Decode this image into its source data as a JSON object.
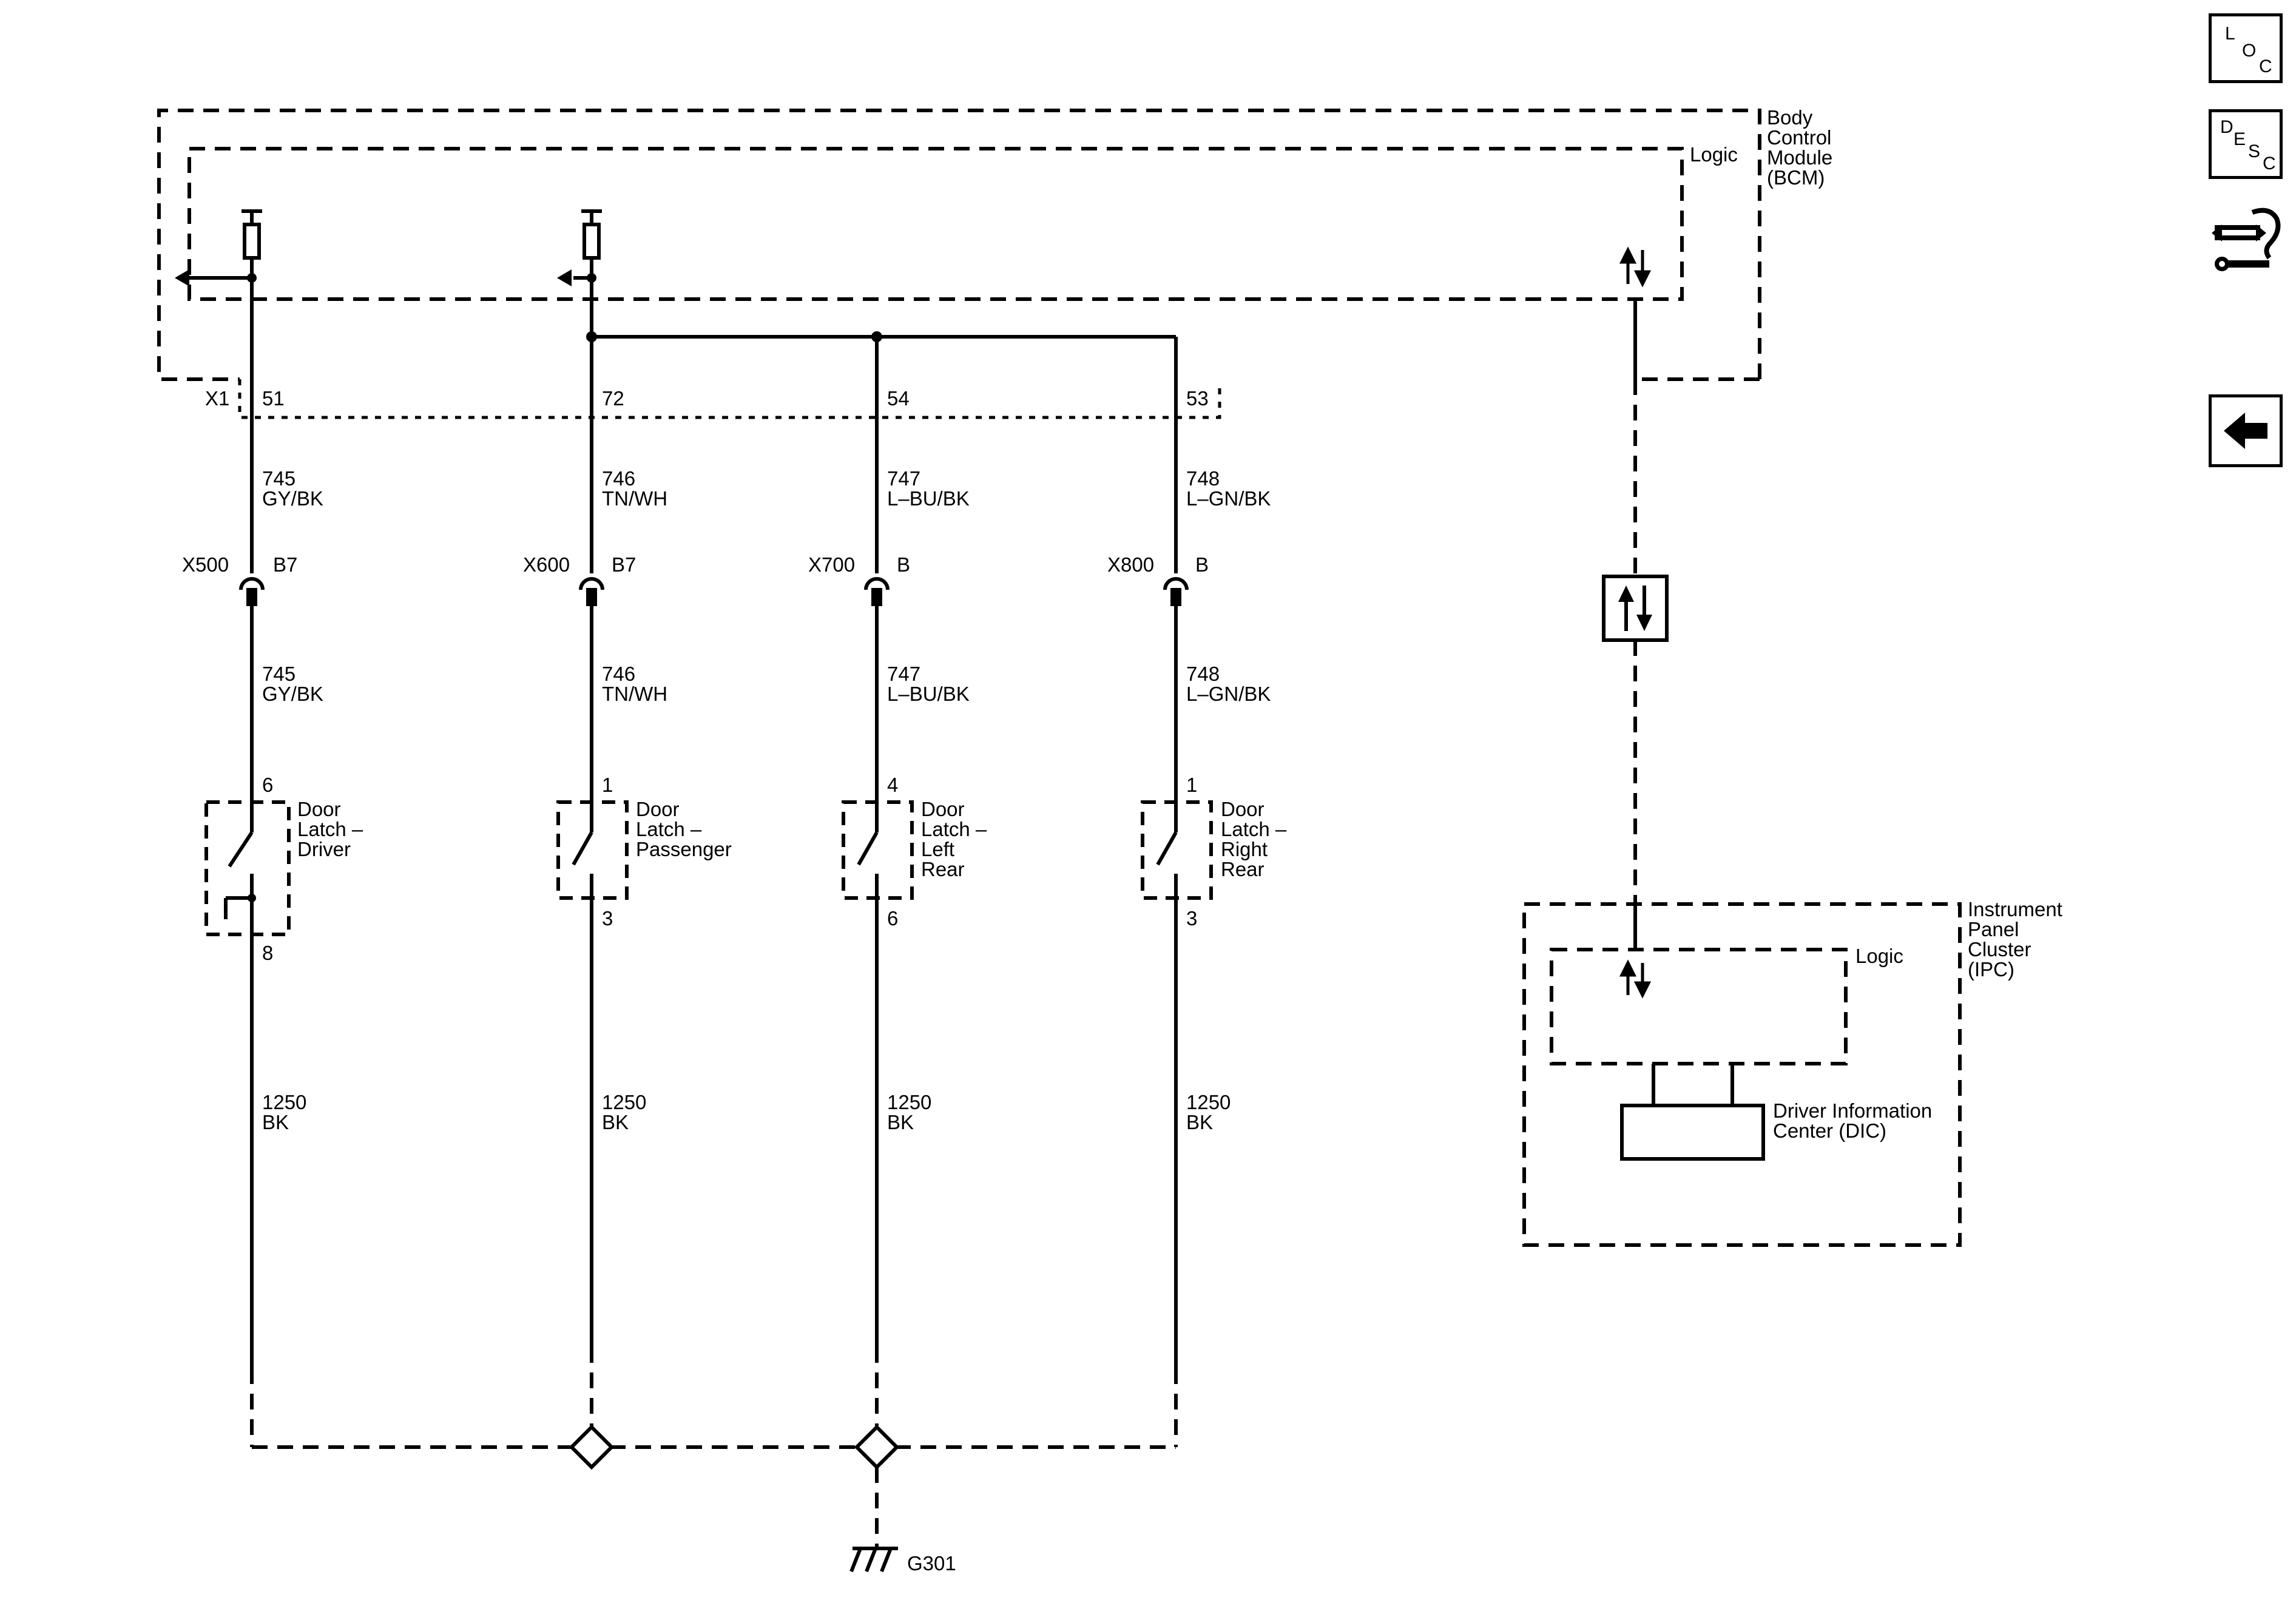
{
  "bcm": {
    "name_line1": "Body",
    "name_line2": "Control",
    "name_line3": "Module",
    "name_line4": "(BCM)",
    "logic_label": "Logic",
    "connector": "X1",
    "pins": [
      "51",
      "72",
      "54",
      "53"
    ]
  },
  "circuits": [
    {
      "wire_id": "745",
      "wire_color": "GY/BK",
      "inline_connector": "X500",
      "inline_pin": "B7",
      "switch_pin_top": "6",
      "switch_pin_bottom": "8",
      "switch_label1": "Door",
      "switch_label2": "Latch –",
      "switch_label3": "Driver",
      "switch_label4": "",
      "ground_wire_id": "1250",
      "ground_wire_color": "BK"
    },
    {
      "wire_id": "746",
      "wire_color": "TN/WH",
      "inline_connector": "X600",
      "inline_pin": "B7",
      "switch_pin_top": "1",
      "switch_pin_bottom": "3",
      "switch_label1": "Door",
      "switch_label2": "Latch –",
      "switch_label3": "Passenger",
      "switch_label4": "",
      "ground_wire_id": "1250",
      "ground_wire_color": "BK"
    },
    {
      "wire_id": "747",
      "wire_color": "L–BU/BK",
      "inline_connector": "X700",
      "inline_pin": "B",
      "switch_pin_top": "4",
      "switch_pin_bottom": "6",
      "switch_label1": "Door",
      "switch_label2": "Latch –",
      "switch_label3": "Left",
      "switch_label4": "Rear",
      "ground_wire_id": "1250",
      "ground_wire_color": "BK"
    },
    {
      "wire_id": "748",
      "wire_color": "L–GN/BK",
      "inline_connector": "X800",
      "inline_pin": "B",
      "switch_pin_top": "1",
      "switch_pin_bottom": "3",
      "switch_label1": "Door",
      "switch_label2": "Latch –",
      "switch_label3": "Right",
      "switch_label4": "Rear",
      "ground_wire_id": "1250",
      "ground_wire_color": "BK"
    }
  ],
  "ground": {
    "label": "G301"
  },
  "ipc": {
    "name_line1": "Instrument",
    "name_line2": "Panel",
    "name_line3": "Cluster",
    "name_line4": "(IPC)",
    "logic_label": "Logic",
    "dic_line1": "Driver Information",
    "dic_line2": "Center (DIC)"
  },
  "side_nav": {
    "loc": {
      "l1": "L",
      "l2": "O",
      "l3": "C"
    },
    "desc": {
      "l1": "D",
      "l2": "E",
      "l3": "S",
      "l4": "C"
    },
    "icons": [
      "connector-end-view-icon",
      "back-arrow-icon"
    ]
  }
}
